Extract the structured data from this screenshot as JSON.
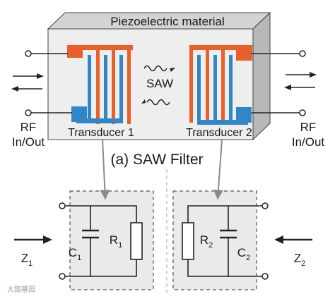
{
  "block": {
    "title": "Piezoelectric material",
    "saw_label": "SAW",
    "transducer1": "Transducer 1",
    "transducer2": "Transducer 2"
  },
  "ports": {
    "left_line1": "RF",
    "left_line2": "In/Out",
    "right_line1": "RF",
    "right_line2": "In/Out"
  },
  "caption": "(a) SAW Filter",
  "circuit": {
    "left_cap": {
      "main": "C",
      "sub": "1"
    },
    "left_res": {
      "main": "R",
      "sub": "1"
    },
    "right_res": {
      "main": "R",
      "sub": "2"
    },
    "right_cap": {
      "main": "C",
      "sub": "2"
    },
    "z_left": {
      "main": "Z",
      "sub": "1"
    },
    "z_right": {
      "main": "Z",
      "sub": "2"
    }
  },
  "colors": {
    "orange": "#e8612c",
    "blue": "#2f86c8",
    "block_front": "#eeeeee",
    "block_top": "#d4d4d4",
    "block_side": "#b8b8b8",
    "dashed_box_fill": "#eaeaea"
  },
  "watermark": "大国基因"
}
